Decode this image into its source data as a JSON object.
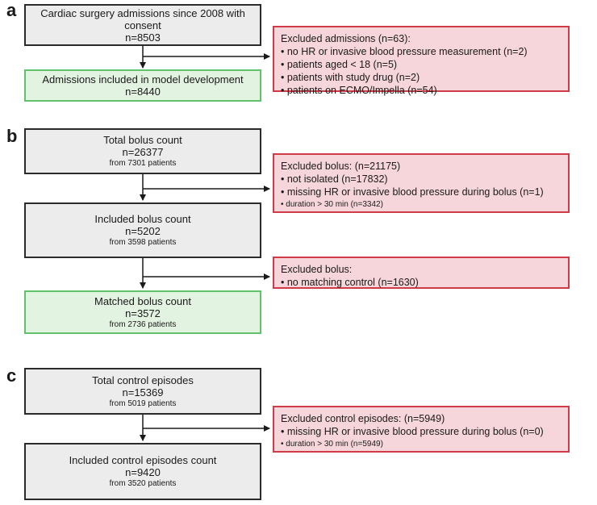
{
  "panel_a": {
    "label": "a",
    "top_box": {
      "line1": "Cardiac surgery admissions since 2008 with",
      "line2": "consent",
      "line3": "n=8503"
    },
    "excluded": {
      "title": "Excluded admissions (n=63):",
      "items": [
        "• no HR or invasive blood pressure measurement  (n=2)",
        "• patients  aged < 18 (n=5)",
        "• patients with study drug (n=2)",
        "• patients on ECMO/Impella (n=54)"
      ]
    },
    "result_box": {
      "line1": "Admissions included in model development",
      "line2": "n=8440"
    }
  },
  "panel_b": {
    "label": "b",
    "total_box": {
      "line1": "Total bolus count",
      "line2": "n=26377",
      "line3": "from 7301 patients"
    },
    "excluded1": {
      "title": "Excluded bolus: (n=21175)",
      "items": [
        "• not isolated (n=17832)",
        "• missing HR or invasive blood pressure during bolus (n=1)",
        "• duration > 30 min (n=3342)"
      ]
    },
    "included_box": {
      "line1": "Included bolus count",
      "line2": "n=5202",
      "line3": "from 3598 patients"
    },
    "excluded2": {
      "title": "Excluded bolus:",
      "items": [
        "• no matching control (n=1630)"
      ]
    },
    "matched_box": {
      "line1": "Matched bolus count",
      "line2": "n=3572",
      "line3": "from 2736 patients"
    }
  },
  "panel_c": {
    "label": "c",
    "total_box": {
      "line1": "Total control episodes",
      "line2": "n=15369",
      "line3": "from 5019 patients"
    },
    "excluded": {
      "title": "Excluded control episodes: (n=5949)",
      "items": [
        "• missing HR or invasive blood pressure during bolus (n=0)",
        "• duration > 30 min (n=5949)"
      ]
    },
    "included_box": {
      "line1": "Included control episodes count",
      "line2": "n=9420",
      "line3": "from 3520 patients"
    }
  },
  "colors": {
    "border": "#2b2b2b",
    "gray_fill": "#ececec",
    "green_border": "#62c26a",
    "green_fill": "#e3f3e1",
    "red_border": "#cf3c48",
    "red_fill": "#f6d6da"
  }
}
